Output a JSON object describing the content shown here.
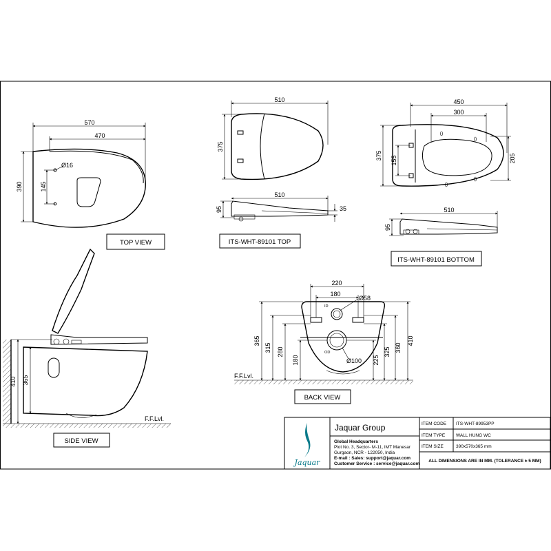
{
  "views": {
    "top_view": {
      "label": "TOP VIEW",
      "dims": {
        "width_outer": "570",
        "width_inner": "470",
        "height": "390",
        "hole_dia": "Ø16",
        "hole_offset": "145"
      }
    },
    "seat_top": {
      "label": "ITS-WHT-89101 TOP",
      "dims": {
        "width": "510",
        "height": "375"
      },
      "side_dims": {
        "width": "510",
        "height": "95",
        "thickness": "35"
      }
    },
    "seat_bottom": {
      "label": "ITS-WHT-89101 BOTTOM",
      "dims": {
        "width_outer": "450",
        "width_inner": "300",
        "height": "375",
        "left_inner": "155",
        "right_inner": "205"
      },
      "side_dims": {
        "width": "510",
        "height": "95"
      }
    },
    "side_view": {
      "label": "SIDE VIEW",
      "floor": "F.F.Lvl.",
      "dims": {
        "height": "410",
        "inner_height": "365"
      }
    },
    "back_view": {
      "label": "BACK VIEW",
      "floor": "F.F.Lvl.",
      "dims": {
        "top_outer": "220",
        "top_inner": "180",
        "top_dia": "Ø58",
        "outlet_dia": "Ø100",
        "left_1": "365",
        "left_2": "315",
        "left_3": "280",
        "left_4": "180",
        "right_1": "225",
        "right_2": "325",
        "right_3": "360",
        "right_4": "410"
      }
    }
  },
  "title_block": {
    "company": "Jaquar Group",
    "logo_word": "Jaquar",
    "address_lines": [
      "Global Headquarters",
      "Plot No. 3, Sector- M-11, IMT Manesar",
      "Gurgaon, NCR - 122050, India",
      "E-mail : Sales: support@jaquar.com",
      "Customer Service : service@jaquar.com"
    ],
    "rows": [
      {
        "label": "ITEM  CODE",
        "value": "ITS-WHT-89953PP"
      },
      {
        "label": "ITEM  TYPE",
        "value": "WALL HUNG WC"
      },
      {
        "label": "ITEM  SIZE",
        "value": "390x570x365 mm"
      }
    ],
    "note": "ALL DIMENSIONS ARE IN MM. (TOLERANCE ± 5 MM)"
  }
}
